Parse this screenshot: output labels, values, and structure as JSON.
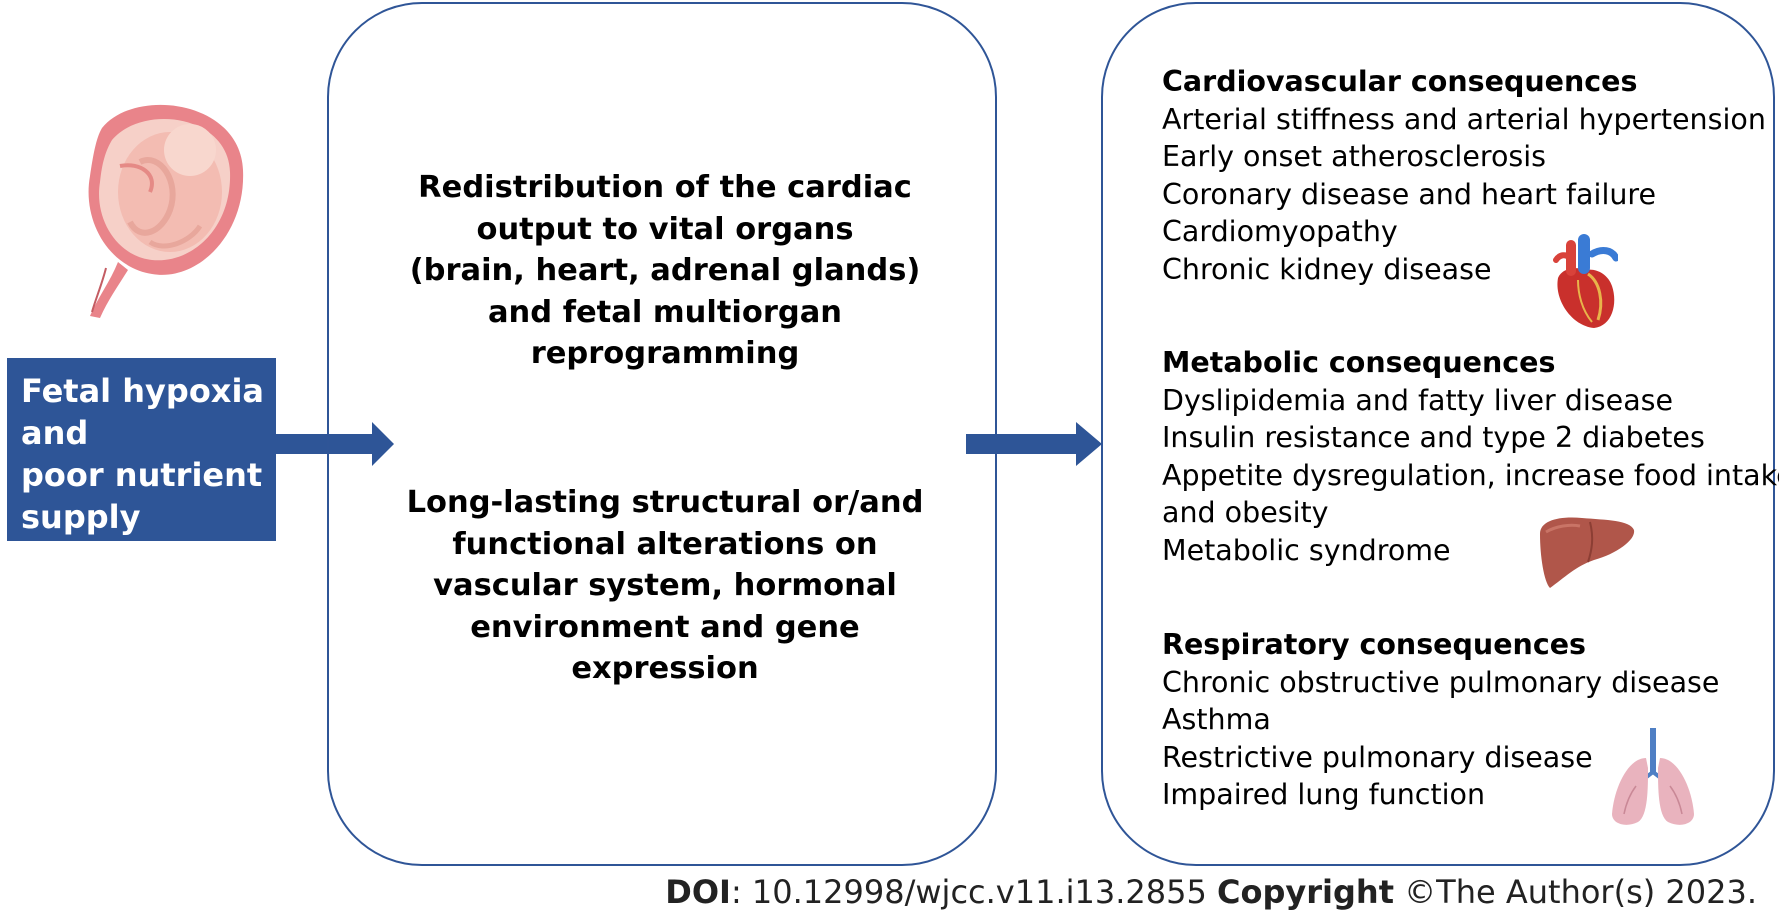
{
  "input_box": {
    "lines": [
      "Fetal hypoxia",
      "and",
      "poor  nutrient",
      "supply"
    ]
  },
  "middle": {
    "top_block": [
      "Redistribution of the cardiac",
      "output to vital organs",
      "(brain, heart, adrenal glands)",
      "and fetal multiorgan",
      "reprogramming"
    ],
    "bottom_block": [
      "Long-lasting structural or/and",
      "functional alterations on",
      "vascular system, hormonal",
      "environment and gene",
      "expression"
    ]
  },
  "right": {
    "cardiovascular": {
      "title": "Cardiovascular consequences",
      "items": [
        "Arterial stiffness and arterial hypertension",
        "Early onset atherosclerosis",
        "Coronary disease and heart failure",
        "Cardiomyopathy",
        "Chronic kidney disease"
      ],
      "icon": "heart-icon"
    },
    "metabolic": {
      "title": "Metabolic consequences",
      "items": [
        "Dyslipidemia and  fatty liver disease",
        "Insulin resistance and type 2 diabetes",
        "Appetite dysregulation, increase food intake",
        "and obesity",
        "Metabolic syndrome"
      ],
      "icon": "liver-icon"
    },
    "respiratory": {
      "title": "Respiratory consequences",
      "items": [
        "Chronic obstructive pulmonary disease",
        "Asthma",
        "Restrictive pulmonary disease",
        "Impaired lung function"
      ],
      "icon": "lungs-icon"
    }
  },
  "footer": {
    "doi_label": "DOI",
    "doi_value": ": 10.12998/wjcc.v11.i13.2855 ",
    "copyright_label": "Copyright",
    "copyright_value": " ©The Author(s) 2023."
  },
  "colors": {
    "box_fill": "#2E5597",
    "box_border": "#2F5597",
    "arrow": "#2E5597"
  },
  "icons": [
    "fetus-uterus-icon",
    "heart-icon",
    "liver-icon",
    "lungs-icon",
    "right-arrow-icon"
  ]
}
